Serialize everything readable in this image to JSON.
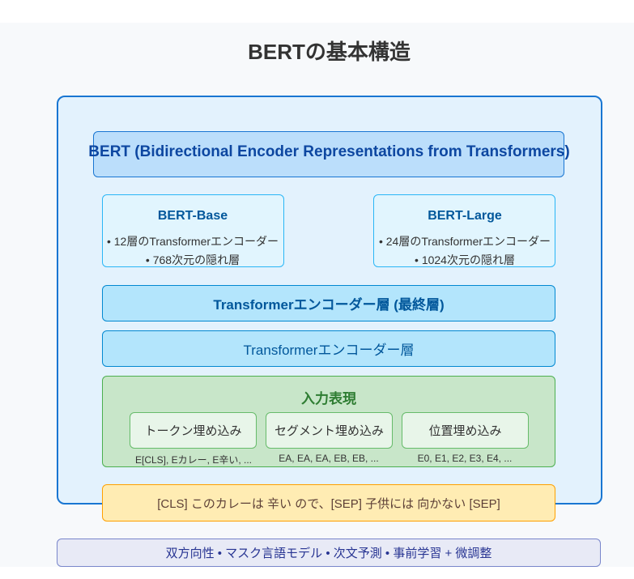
{
  "title": "BERTの基本構造",
  "bert": {
    "heading": "BERT (Bidirectional Encoder Representations from Transformers)"
  },
  "variants": [
    {
      "name": "BERT-Base",
      "lines": [
        "• 12層のTransformerエンコーダー",
        "• 768次元の隠れ層"
      ]
    },
    {
      "name": "BERT-Large",
      "lines": [
        "• 24層のTransformerエンコーダー",
        "• 1024次元の隠れ層"
      ]
    }
  ],
  "layers": {
    "final": "Transformerエンコーダー層 (最終層)",
    "encoder": "Transformerエンコーダー層"
  },
  "input": {
    "title": "入力表現",
    "embeddings": [
      {
        "label": "トークン埋め込み",
        "example": "E[CLS], Eカレー, E辛い, ..."
      },
      {
        "label": "セグメント埋め込み",
        "example": "EA, EA, EA, EB, EB, ..."
      },
      {
        "label": "位置埋め込み",
        "example": "E0, E1, E2, E3, E4, ..."
      }
    ]
  },
  "sentence": "[CLS] このカレーは 辛い ので、[SEP] 子供には 向かない [SEP]",
  "features": "双方向性 • マスク言語モデル • 次文予測 • 事前学習 + 微調整",
  "colors": {
    "outer_border": "#1976d2",
    "outer_fill": "#e3f2fd",
    "input_fill": "#c8e6c9",
    "sentence_fill": "#ffecb3",
    "features_fill": "#e8eaf6"
  }
}
